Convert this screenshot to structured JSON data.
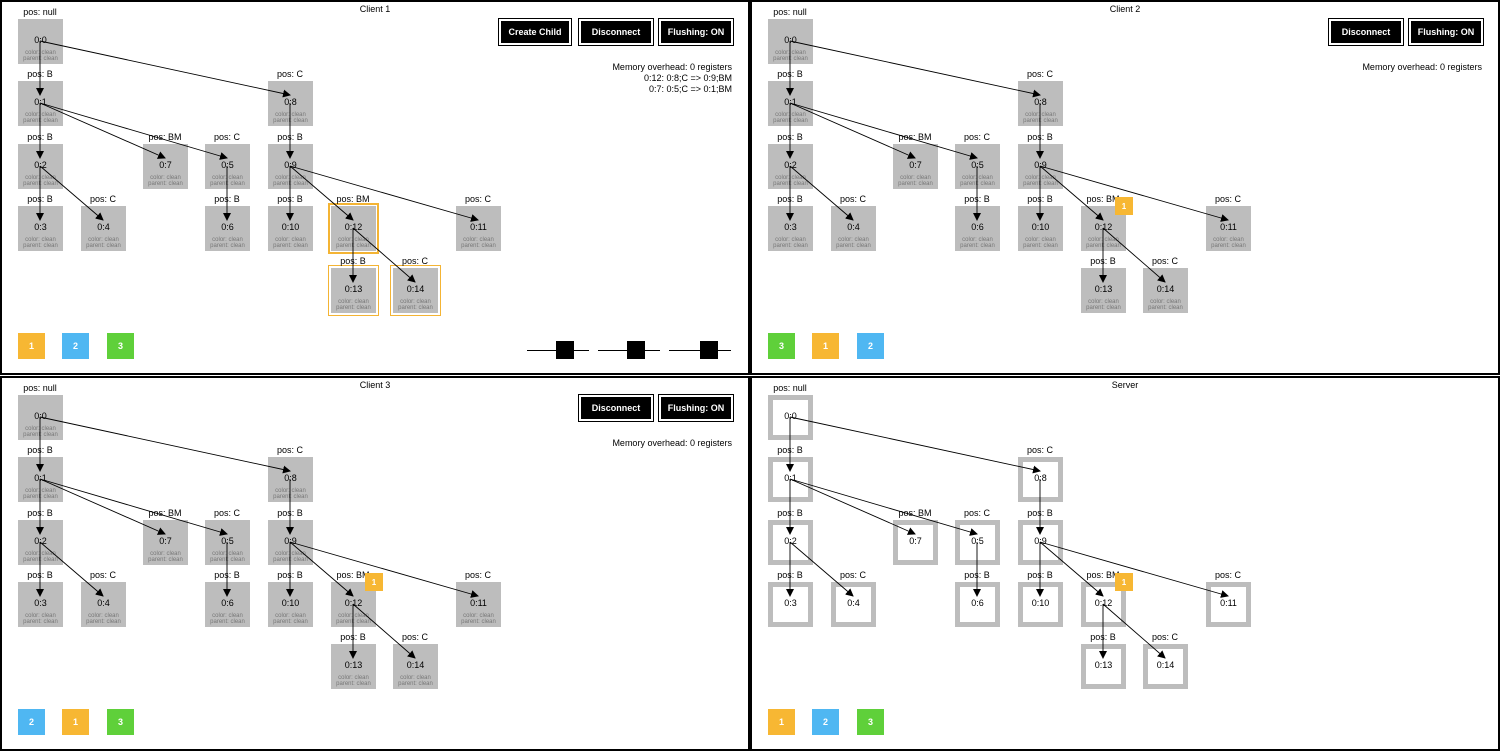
{
  "colors": {
    "yellow": "#f7b733",
    "blue": "#4fb7f2",
    "green": "#5fd03a",
    "node": "#bdbdbd",
    "select": "#f4b434"
  },
  "node_meta": {
    "color": "color: clean",
    "parent": "parent: clean"
  },
  "nodes": {
    "n0": {
      "id": "0:0",
      "pos": "pos: null"
    },
    "n1": {
      "id": "0:1",
      "pos": "pos: B"
    },
    "n8": {
      "id": "0:8",
      "pos": "pos: C"
    },
    "n2": {
      "id": "0:2",
      "pos": "pos: B"
    },
    "n7": {
      "id": "0:7",
      "pos": "pos: BM"
    },
    "n5": {
      "id": "0:5",
      "pos": "pos: C"
    },
    "n9": {
      "id": "0:9",
      "pos": "pos: B"
    },
    "n3": {
      "id": "0:3",
      "pos": "pos: B"
    },
    "n4": {
      "id": "0:4",
      "pos": "pos: C"
    },
    "n6": {
      "id": "0:6",
      "pos": "pos: B"
    },
    "n10": {
      "id": "0:10",
      "pos": "pos: B"
    },
    "n12": {
      "id": "0:12",
      "pos": "pos: BM"
    },
    "n11": {
      "id": "0:11",
      "pos": "pos: C"
    },
    "n13": {
      "id": "0:13",
      "pos": "pos: B"
    },
    "n14": {
      "id": "0:14",
      "pos": "pos: C"
    }
  },
  "panels": {
    "client1": {
      "title": "Client 1",
      "buttons": {
        "create_child": "Create Child",
        "disconnect": "Disconnect",
        "flushing": "Flushing: ON"
      },
      "memory_lines": [
        "Memory overhead: 0 registers",
        "0:12: 0:8;C => 0:9;BM",
        "0:7: 0:5;C => 0:1;BM"
      ],
      "squares": [
        "1",
        "2",
        "3"
      ],
      "sliders": [
        0.65,
        0.65,
        0.7
      ]
    },
    "client2": {
      "title": "Client 2",
      "buttons": {
        "disconnect": "Disconnect",
        "flushing": "Flushing: ON"
      },
      "memory_lines": [
        "Memory overhead: 0 registers"
      ],
      "cursor": "1",
      "squares": [
        "3",
        "1",
        "2"
      ]
    },
    "client3": {
      "title": "Client 3",
      "buttons": {
        "disconnect": "Disconnect",
        "flushing": "Flushing: ON"
      },
      "memory_lines": [
        "Memory overhead: 0 registers"
      ],
      "cursor": "1",
      "squares": [
        "2",
        "1",
        "3"
      ]
    },
    "server": {
      "title": "Server",
      "cursor": "1",
      "squares": [
        "1",
        "2",
        "3"
      ]
    }
  }
}
